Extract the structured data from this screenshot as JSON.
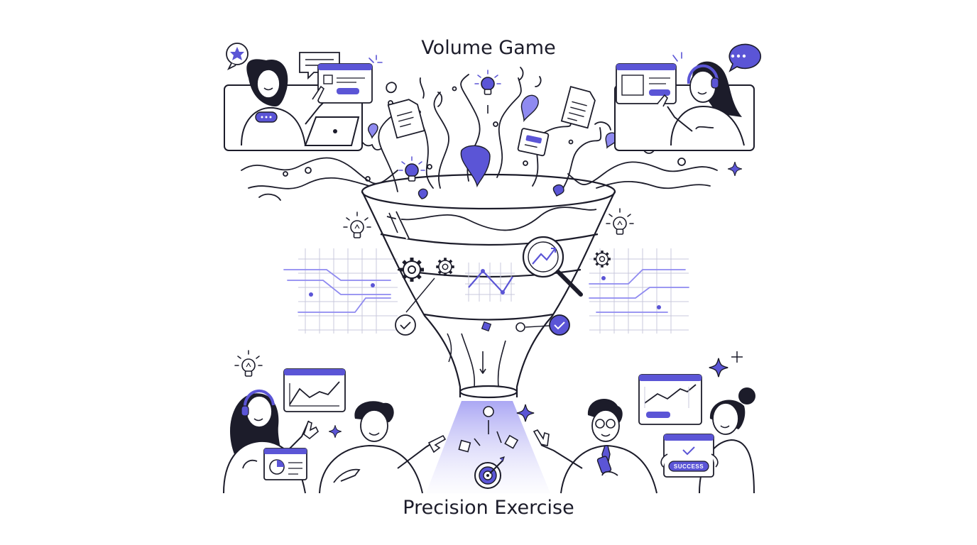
{
  "diagram": {
    "top_label": "Volume Game",
    "bottom_label": "Precision Exercise",
    "success_badge": "SUCCESS"
  },
  "colors": {
    "ink": "#1c1c2a",
    "accent": "#5b55d6",
    "accent_light": "#8f8af0",
    "glow": "#cfcdf7",
    "grid": "#c9c9dc"
  },
  "icons": [
    "lightbulb-icon",
    "gear-icon",
    "magnifier-icon",
    "check-circle-icon",
    "target-icon",
    "star-icon",
    "chat-bubble-icon",
    "document-icon",
    "chart-window-icon",
    "pie-chart-icon",
    "sparkle-icon"
  ]
}
